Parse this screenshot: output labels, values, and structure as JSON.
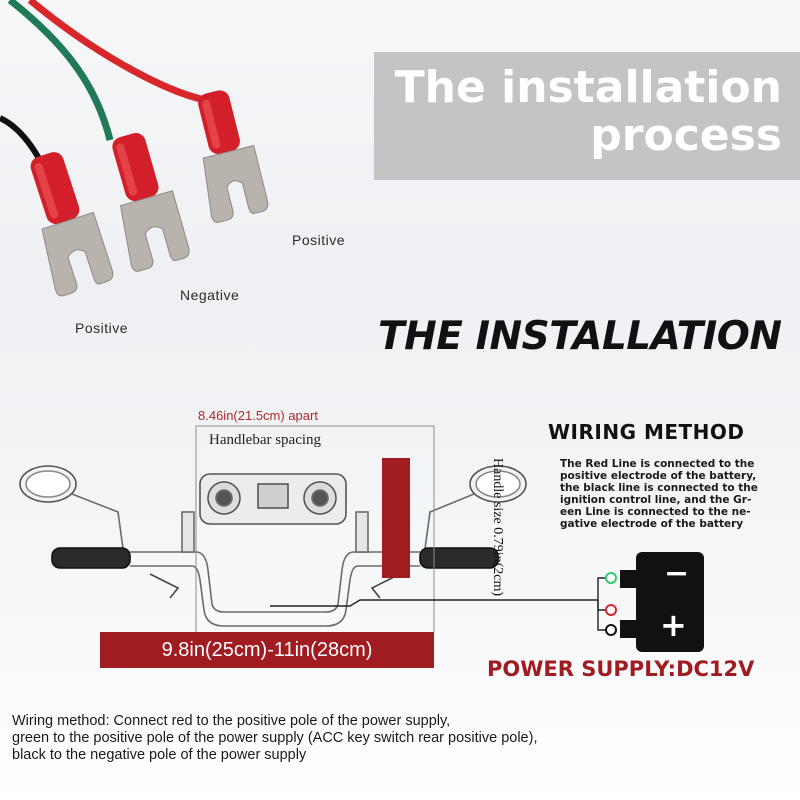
{
  "header": {
    "title_line1": "The installation",
    "title_line2": "process"
  },
  "terminals": {
    "left_label": "Positive",
    "middle_label": "Negative",
    "right_label": "Positive"
  },
  "section_heading": "THE INSTALLATION",
  "handlebar": {
    "spacing_value": "8.46in(21.5cm) apart",
    "spacing_caption": "Handlebar spacing",
    "handle_size": "Handle size 0.79in(2cm)",
    "width_range": "9.8in(25cm)-11in(28cm)"
  },
  "wiring": {
    "title": "WIRING METHOD",
    "description_lines": [
      "The Red Line is connected to the",
      "positive electrode of the battery,",
      "the black line is connected to the",
      "ignition control line, and the Gr-",
      "een Line is connected to the ne-",
      "gative electrode of the battery"
    ],
    "battery_minus": "−",
    "battery_plus": "+"
  },
  "power_supply": "POWER SUPPLY:DC12V",
  "notes": [
    "Wiring method: Connect red to the positive pole of the power supply,",
    "green to the positive pole of the power supply (ACC key switch rear positive pole),",
    "black to the negative pole of the power supply"
  ],
  "colors": {
    "accent_red": "#a11c20",
    "wire_red": "#d8262b",
    "wire_green": "#1f7a55",
    "title_box": "#c4c4c4",
    "terminal_red": "#d31f2a",
    "terminal_metal": "#b8b3ad"
  },
  "icons": [
    "spade-terminal-icon",
    "motorcycle-handlebar-icon",
    "mirror-icon",
    "battery-icon"
  ]
}
